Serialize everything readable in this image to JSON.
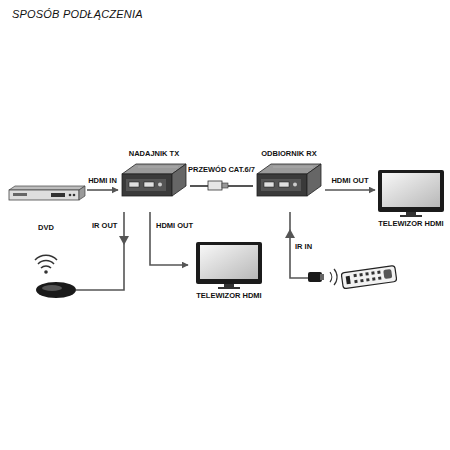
{
  "diagram": {
    "title": "SPOSÓB PODŁĄCZENIA",
    "nodes": [
      {
        "text": [
          "DVD"
        ]
      },
      {
        "text": [
          "NADAJNIK TX"
        ]
      },
      {
        "text": [
          "ODBIORNIK RX"
        ]
      },
      {
        "text": [
          "TELEWIZOR HDMI"
        ]
      },
      {
        "text": [
          "TELEWIZOR HDMI"
        ]
      }
    ],
    "edges": [
      {
        "from": 0,
        "to": 1,
        "label": "HDMI IN",
        "arrow": "to"
      },
      {
        "from": 1,
        "to": 2,
        "label": "PRZEWÓD CAT.6/7",
        "arrow": "none"
      },
      {
        "from": 2,
        "to": 4,
        "label": "HDMI OUT",
        "arrow": "to"
      },
      {
        "from": 1,
        "to": 3,
        "label": "HDMI OUT",
        "arrow": "to"
      }
    ],
    "labels": [
      "IR OUT",
      "IR IN"
    ]
  }
}
